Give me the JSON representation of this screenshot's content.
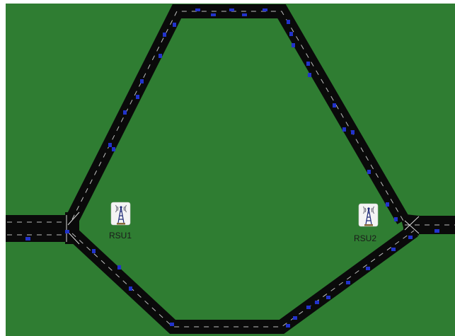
{
  "scene": {
    "ground_color": "#2f7d32",
    "road_color": "#0a0a0a",
    "lane_marking_color": "#bfbfbf",
    "vehicle_color": "#2233cc"
  },
  "rsus": [
    {
      "id": "rsu1",
      "label": "RSU1",
      "icon": "antenna-tower-icon"
    },
    {
      "id": "rsu2",
      "label": "RSU2",
      "icon": "antenna-tower-icon"
    }
  ]
}
